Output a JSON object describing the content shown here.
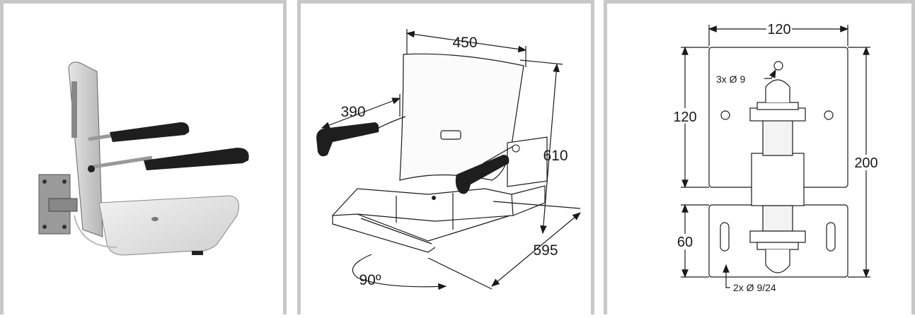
{
  "photo": {},
  "seat_dimensions": {
    "width": "450",
    "backrest_height": "610",
    "depth": "595",
    "armrest_length": "390",
    "rotation": "90º"
  },
  "mounting_plate": {
    "plate_width": "120",
    "upper_plate_height": "120",
    "total_height": "200",
    "lower_plate_height": "60",
    "top_hole_label": "3x  Ø 9",
    "slot_label": "2x Ø 9/24"
  },
  "colors": {
    "frame_border": "#c8c8c8",
    "armrest": "#1e1e1e",
    "line": "#1a1a1a"
  }
}
